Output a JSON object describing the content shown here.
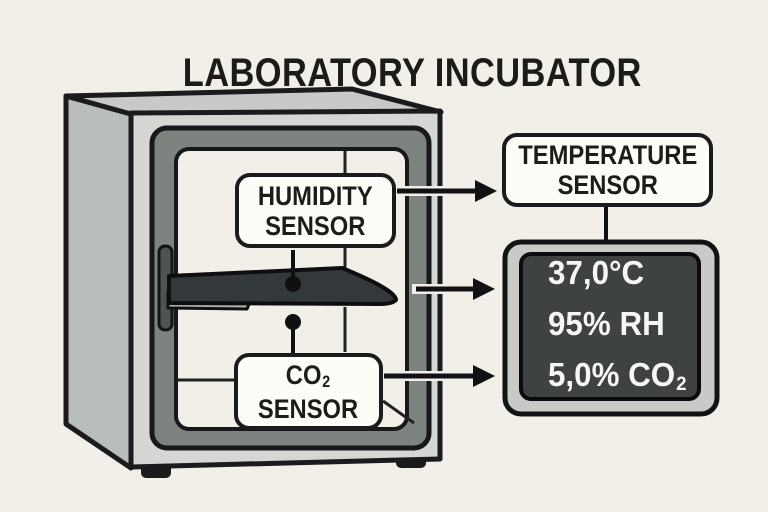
{
  "title": "LABORATORY INCUBATOR",
  "labels": {
    "humidity": {
      "line1": "HUMIDITY",
      "line2": "SENSOR"
    },
    "temperature": {
      "line1": "TEMPERATURE",
      "line2": "SENSOR"
    },
    "co2": {
      "line1_main": "CO",
      "line1_sub": "2",
      "line2": "SENSOR"
    }
  },
  "display": {
    "lines": [
      {
        "main": "37,0°C",
        "sub": ""
      },
      {
        "main": "95% RH",
        "sub": ""
      },
      {
        "main": "5,0% CO",
        "sub": "2"
      }
    ]
  },
  "colors": {
    "background": "#f2efe9",
    "cabinet_front": "#d6d7d5",
    "cabinet_side": "#b9bdbb",
    "cabinet_top": "#c7cac8",
    "door_frame": "#7d847f",
    "shelf": "#33383a",
    "screen": "#3e4240",
    "screen_text": "#f7f6f3",
    "outline": "#1b1b1d",
    "label_background": "#fdfcf7"
  }
}
